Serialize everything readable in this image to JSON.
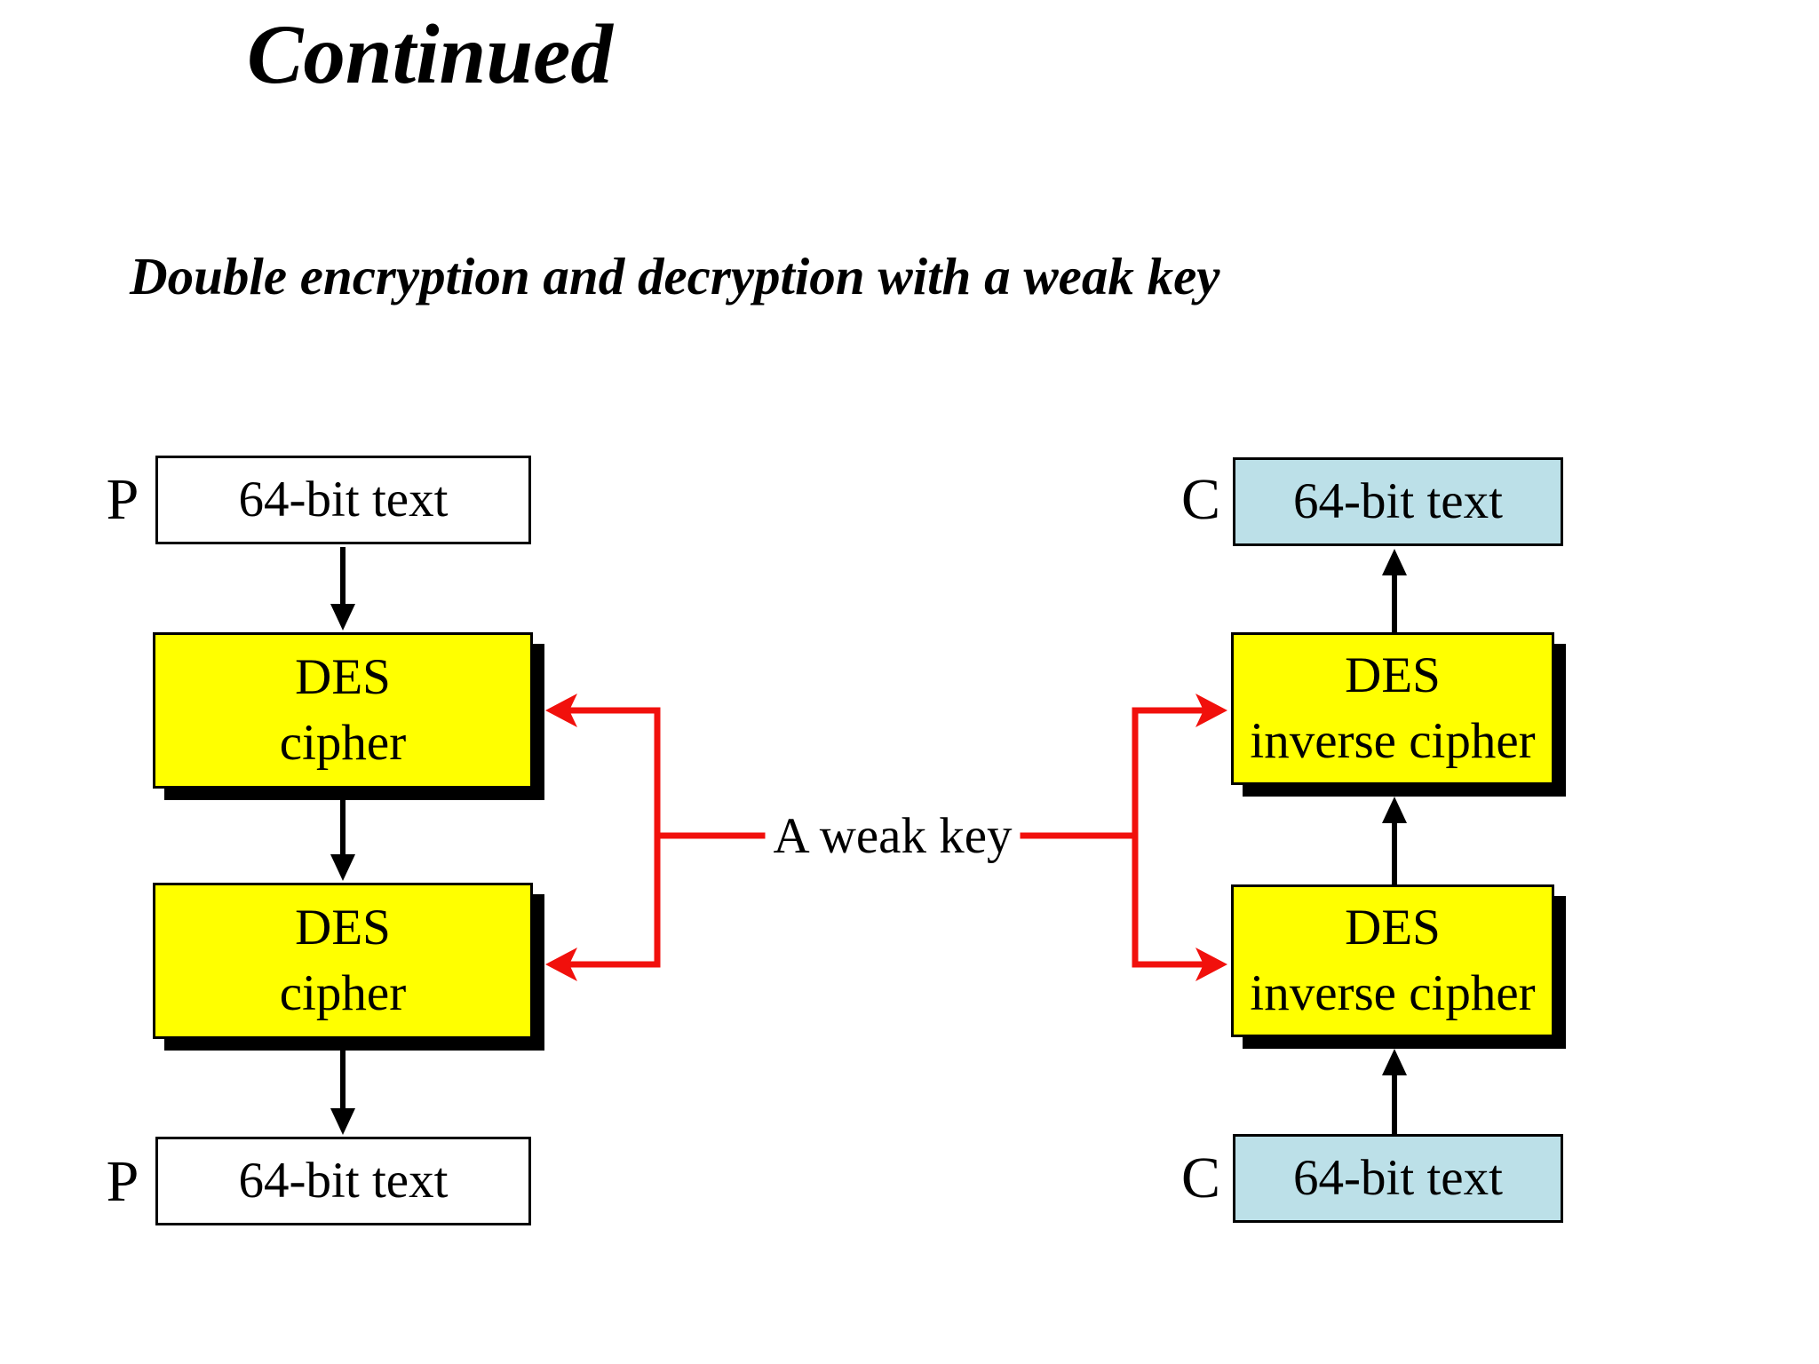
{
  "slide": {
    "title": "Continued",
    "caption": "Double encryption and decryption with a weak key"
  },
  "colors": {
    "box_yellow": "#FFFF00",
    "box_blue": "#BCE0E8",
    "arrow_red": "#F1100C",
    "ink_black": "#000000"
  },
  "encryption": {
    "input_label": "P",
    "input_box": "64-bit text",
    "stage1": {
      "line1": "DES",
      "line2": "cipher"
    },
    "stage2": {
      "line1": "DES",
      "line2": "cipher"
    },
    "output_label": "P",
    "output_box": "64-bit text"
  },
  "decryption": {
    "input_label": "C",
    "input_box": "64-bit text",
    "stage1": {
      "line1": "DES",
      "line2": "inverse cipher"
    },
    "stage2": {
      "line1": "DES",
      "line2": "inverse cipher"
    },
    "output_label": "C",
    "output_box": "64-bit text"
  },
  "key": {
    "label": "A weak key"
  }
}
